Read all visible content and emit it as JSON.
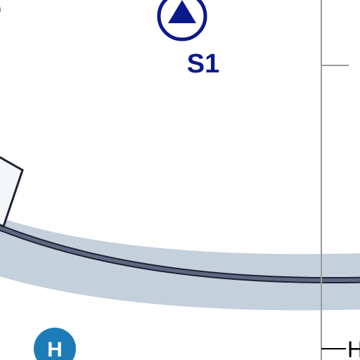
{
  "station": {
    "label": "S1",
    "icon": "triangle-circle-icon",
    "color": "#0a1a8c"
  },
  "hospital": {
    "label": "H",
    "icon": "hospital-icon",
    "color": "#1d7cb8"
  },
  "edge_label": "H",
  "colors": {
    "track_band": "#c4d0dc",
    "track_line": "#5f6680",
    "track_outline": "#1e2233",
    "grid_line": "#9a9a9a",
    "building_fill": "#f4f6f9"
  }
}
